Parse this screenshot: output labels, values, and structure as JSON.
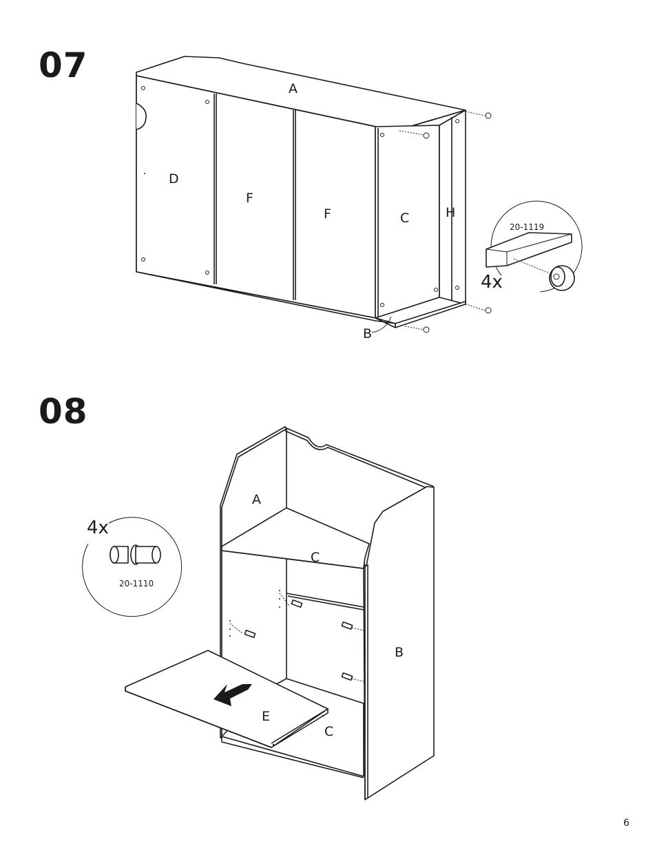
{
  "steps": [
    {
      "number": "07",
      "labels": {
        "a": "A",
        "d": "D",
        "f1": "F",
        "f2": "F",
        "c": "C",
        "h": "H",
        "b": "B"
      },
      "callout": {
        "part_no": "20-1119",
        "quantity": "4x"
      }
    },
    {
      "number": "08",
      "labels": {
        "a": "A",
        "c_top": "C",
        "b": "B",
        "e": "E",
        "c_bottom": "C"
      },
      "callout": {
        "part_no": "20-1110",
        "quantity": "4x"
      }
    }
  ],
  "page_number": "6"
}
